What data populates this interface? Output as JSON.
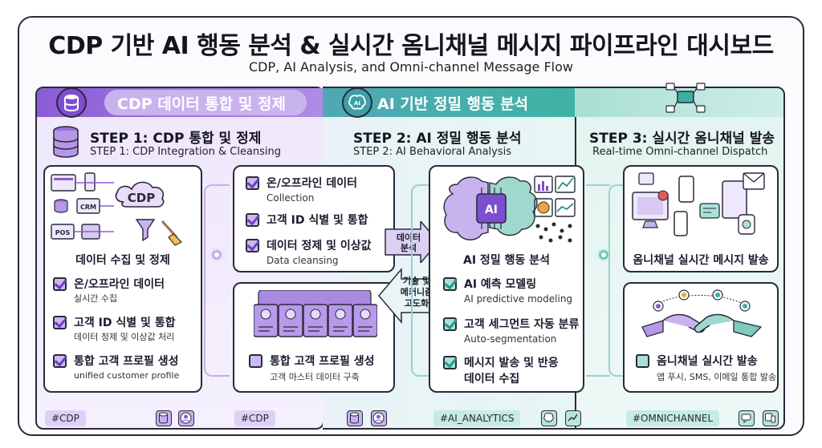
{
  "header": {
    "title": "CDP 기반 AI 행동 분석 & 실시간 옴니채널 메시지 파이프라인 대시보드",
    "subtitle": "CDP, AI Analysis, and Omni-channel Message Flow"
  },
  "bands": {
    "band1": "CDP 데이터 통합 및 정제",
    "band2": "AI 기반 정밀 행동 분석"
  },
  "step1": {
    "title": "STEP 1: CDP 통합 및 정제",
    "subtitle": "STEP 1: CDP Integration & Cleansing",
    "card": {
      "cloud_label": "CDP",
      "crm_label": "CRM",
      "pos_label": "POS",
      "label": "데이터 수집 및 정제",
      "items": [
        {
          "main": "온/오프라인 데이터",
          "sub": "실시간 수집"
        },
        {
          "main": "고객 ID 식별 및 통합",
          "sub": "데이터 정제 및 이상값 처리"
        },
        {
          "main": "통합 고객 프로필 생성",
          "sub": "unified customer profile"
        }
      ]
    },
    "mid_card": {
      "items": [
        {
          "main": "온/오프라인 데이터",
          "sub": "Collection"
        },
        {
          "main": "고객 ID 식별 및 통합",
          "sub": ""
        },
        {
          "main": "데이터 정제 및 이상값",
          "sub": "Data cleansing"
        }
      ]
    },
    "profile_card": {
      "main": "통합 고객 프로필 생성",
      "sub": "고객 마스터 데이터 구축"
    },
    "tags": [
      "#CDP",
      "#CDP"
    ]
  },
  "arrows": {
    "forward": "데이터\n분석",
    "back": "기술 및\n메커니즘\n고도화"
  },
  "step2": {
    "title": "STEP 2: AI 정밀 행동 분석",
    "subtitle": "STEP 2: AI Behavioral Analysis",
    "chip_label": "AI",
    "card": {
      "label": "AI 정밀 행동 분석",
      "items": [
        {
          "main": "AI 예측 모델링",
          "sub": "AI predictive modeling"
        },
        {
          "main": "고객 세그먼트 자동 분류",
          "sub": "Auto-segmentation"
        },
        {
          "main": "메시지 발송 및 반응",
          "sub": "데이터 수집"
        }
      ]
    },
    "tag": "#AI_ANALYTICS"
  },
  "step3": {
    "title": "STEP 3: 실시간 옴니채널 발송",
    "subtitle": "Real-time Omni-channel Dispatch",
    "card_top_label": "옴니채널 실시간 메시지 발송",
    "card_bottom": {
      "main": "옴니채널 실시간 발송",
      "sub": "앱 푸시, SMS, 이메일 통합 발송"
    },
    "tag": "#OMNICHANNEL"
  },
  "colors": {
    "purple": "#8b5cd6",
    "teal": "#3fb3a4",
    "border": "#2a2a3a"
  }
}
